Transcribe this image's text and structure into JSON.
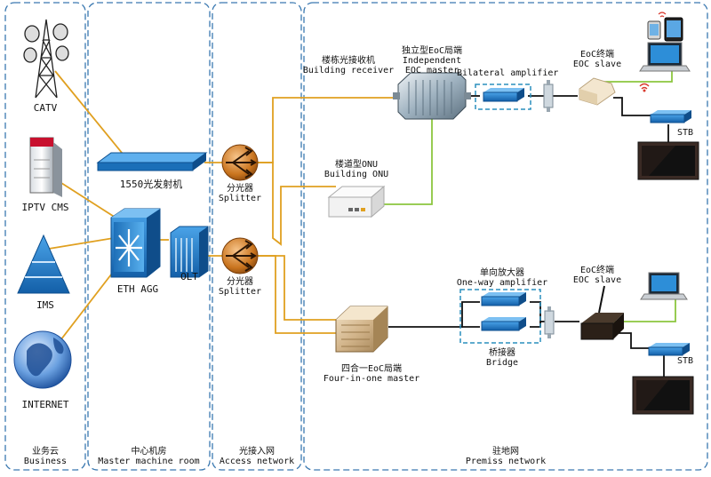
{
  "zones": {
    "business": {
      "cn": "业务云",
      "en": "Business"
    },
    "master_room": {
      "cn": "中心机房",
      "en": "Master machine room"
    },
    "access": {
      "cn": "光接入网",
      "en": "Access network"
    },
    "premiss": {
      "cn": "驻地网",
      "en": "Premiss network"
    }
  },
  "business": {
    "catv": "CATV",
    "iptv_cms": "IPTV CMS",
    "ims": "IMS",
    "internet": "INTERNET"
  },
  "master_room": {
    "transmitter": "1550光发射机",
    "eth_agg": "ETH AGG",
    "olt": "OLT"
  },
  "access": {
    "splitter1": {
      "cn": "分光器",
      "en": "Splitter"
    },
    "splitter2": {
      "cn": "分光器",
      "en": "Splitter"
    }
  },
  "premiss": {
    "building_receiver": {
      "cn": "楼栋光接收机",
      "en": "Building receiver"
    },
    "independent_master": {
      "cn": "独立型EoC局端",
      "en1": "Independent",
      "en2": "EOC master"
    },
    "bilateral_amplifier": "Bilateral amplifier",
    "eoc_slave1": {
      "cn": "EoC终端",
      "en": "EOC slave"
    },
    "stb1": "STB",
    "building_onu": {
      "cn": "楼道型ONU",
      "en": "Building ONU"
    },
    "one_way_amplifier": {
      "cn": "单向放大器",
      "en": "One-way amplifier"
    },
    "bridge": {
      "cn": "桥接器",
      "en": "Bridge"
    },
    "eoc_slave2": {
      "cn": "EoC终端",
      "en": "EOC slave"
    },
    "stb2": "STB",
    "four_in_one": {
      "cn": "四合一EoC局端",
      "en": "Four-in-one master"
    }
  },
  "colors": {
    "zone_border": "#3a78b0",
    "fiber_line": "#e0a020",
    "coax_line": "#111111",
    "ethernet_line": "#8cc63f",
    "dashed_box": "#2a8fbd"
  }
}
